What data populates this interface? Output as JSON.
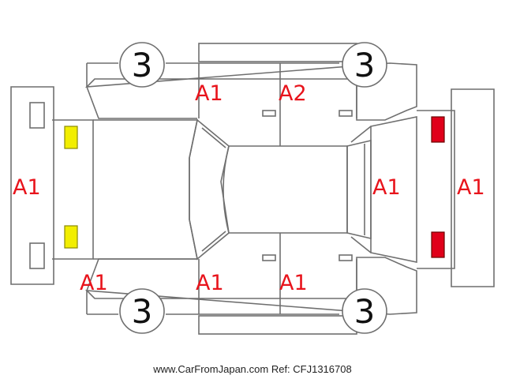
{
  "colors": {
    "outline": "#6f6f6f",
    "damage_code": "#e8141c",
    "front_lamp": "#f2ee00",
    "rear_lamp": "#e0001a"
  },
  "tire_labels": [
    "3",
    "3",
    "3",
    "3"
  ],
  "damage_codes": {
    "front_bumper": "A1",
    "front_left_door": "A1",
    "rear_left_door": "A2",
    "front_left_corner": "A1",
    "front_right_door": "A1",
    "rear_right_door": "A1",
    "rear_window": "A1",
    "rear_bumper": "A1"
  },
  "footer": {
    "text": "www.CarFromJapan.com Ref: CFJ1316708"
  }
}
